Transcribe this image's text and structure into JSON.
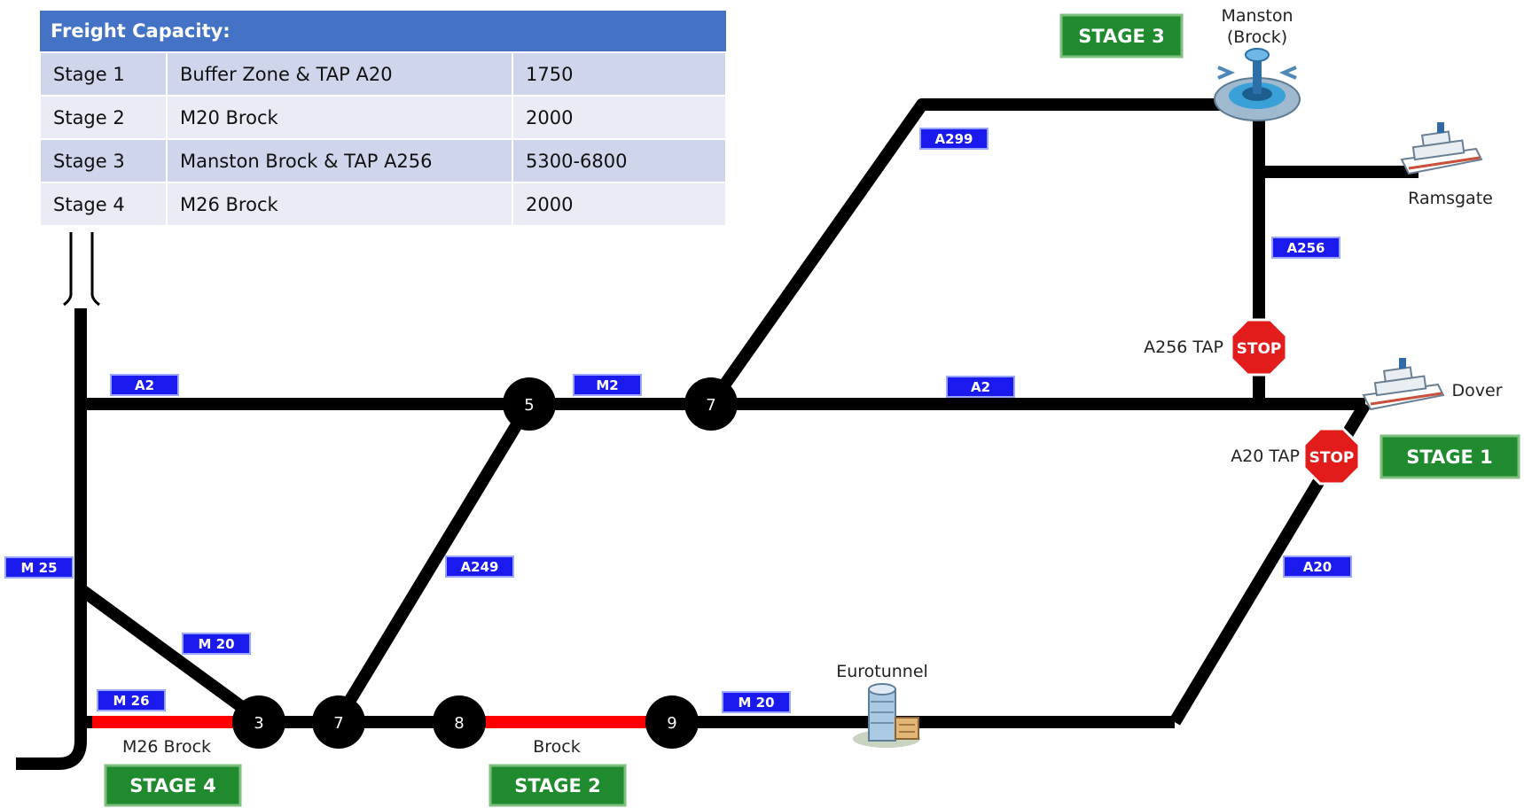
{
  "table": {
    "title": "Freight Capacity:",
    "rows": [
      {
        "stage": "Stage 1",
        "location": "Buffer Zone & TAP A20",
        "capacity": "1750"
      },
      {
        "stage": "Stage 2",
        "location": "M20 Brock",
        "capacity": "2000"
      },
      {
        "stage": "Stage 3",
        "location": "Manston Brock  & TAP A256",
        "capacity": "5300-6800"
      },
      {
        "stage": "Stage 4",
        "location": "M26 Brock",
        "capacity": "2000"
      }
    ]
  },
  "road_labels": {
    "a2_west": "A2",
    "m2": "M2",
    "a2_east": "A2",
    "a299": "A299",
    "a256": "A256",
    "m25": "M 25",
    "a249": "A249",
    "m20_upper": "M 20",
    "m26": "M 26",
    "m20_lower": "M 20",
    "a20": "A20"
  },
  "junctions": {
    "j5": "5",
    "j7_upper": "7",
    "j3": "3",
    "j7_lower": "7",
    "j8": "8",
    "j9": "9"
  },
  "place_labels": {
    "manston": [
      "Manston",
      "(Brock)"
    ],
    "ramsgate": "Ramsgate",
    "dover": "Dover",
    "eurotunnel": "Eurotunnel",
    "m26_brock": "M26 Brock",
    "brock": "Brock",
    "a256_tap": "A256 TAP",
    "a20_tap": "A20 TAP"
  },
  "stop_sign_text": "STOP",
  "stages": {
    "stage1": "STAGE 1",
    "stage2": "STAGE 2",
    "stage3": "STAGE 3",
    "stage4": "STAGE 4"
  },
  "colors": {
    "road": "#000000",
    "brock": "#ff0000",
    "road_label_bg": "#1a1aee",
    "stage_bg": "#1f8a2e",
    "stop": "#e21b1b",
    "table_header": "#4472c4"
  }
}
